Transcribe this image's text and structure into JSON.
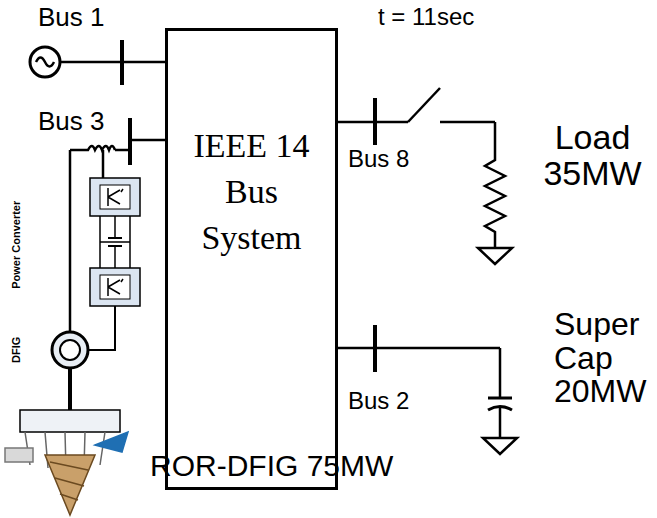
{
  "diagram": {
    "nodes": [
      {
        "text": [
          "IEEE 14 Bus System"
        ]
      }
    ],
    "labels": [
      "Bus 1",
      "Bus 3",
      "Power Converter",
      "DFIG",
      "ROR-DFIG 75MW",
      "t = 11sec",
      "Bus 8",
      "Load 35MW",
      "Bus 2",
      "Super Cap 20MW"
    ]
  }
}
